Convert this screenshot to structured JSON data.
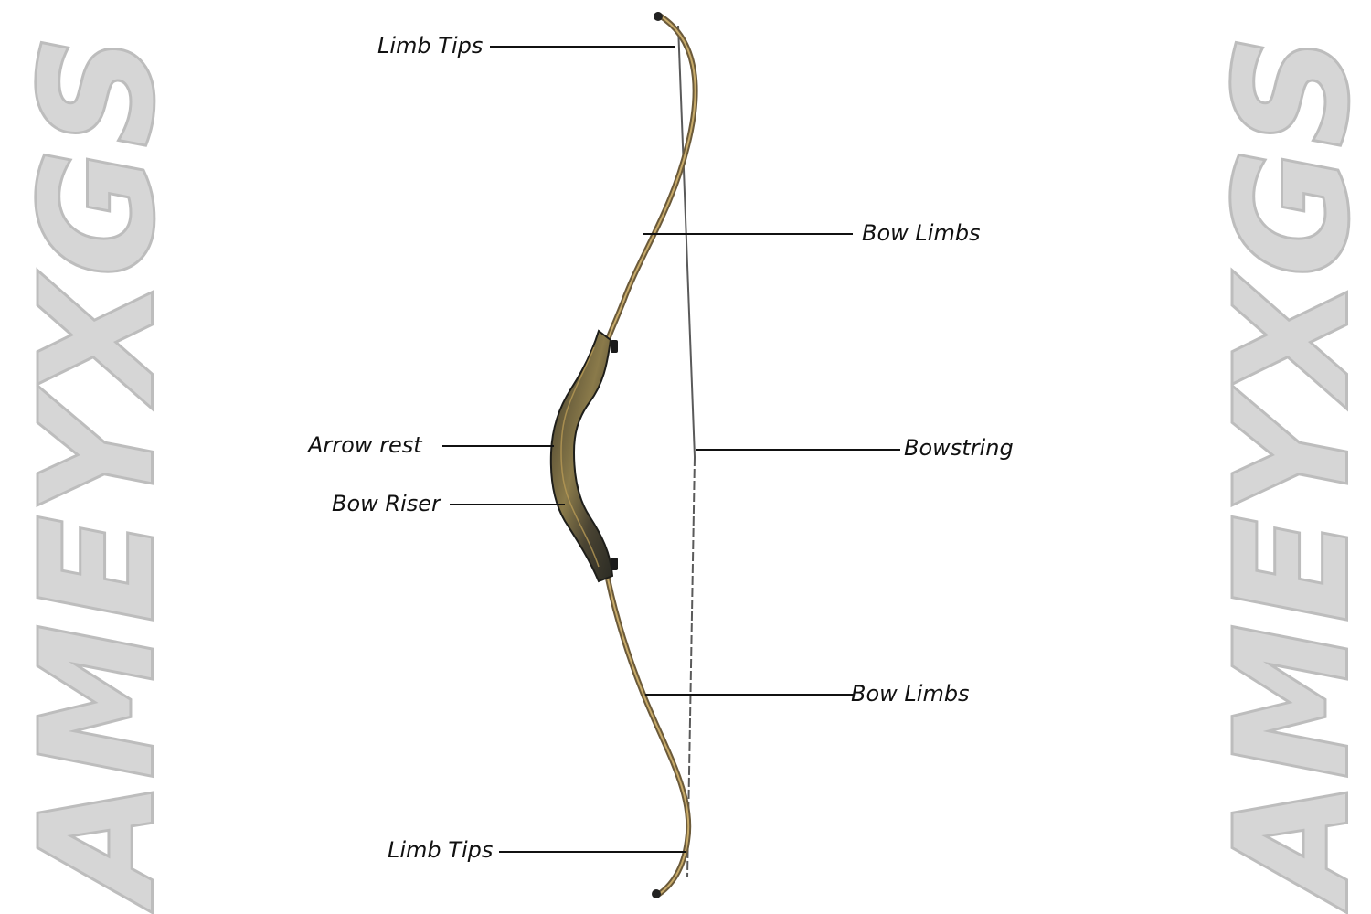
{
  "watermark": {
    "text": "AMEYXGS"
  },
  "labels": {
    "limb_tips_top": "Limb Tips",
    "bow_limbs_top": "Bow Limbs",
    "arrow_rest": "Arrow rest",
    "bowstring": "Bowstring",
    "bow_riser": "Bow Riser",
    "bow_limbs_bottom": "Bow Limbs",
    "limb_tips_bottom": "Limb Tips"
  },
  "colors": {
    "watermark_fill": "#d6d6d6",
    "riser_dark": "#2b2b24",
    "riser_wood": "#8a7a4a",
    "limb": "#6b5a3a",
    "string": "#555555",
    "leader": "#111111"
  }
}
